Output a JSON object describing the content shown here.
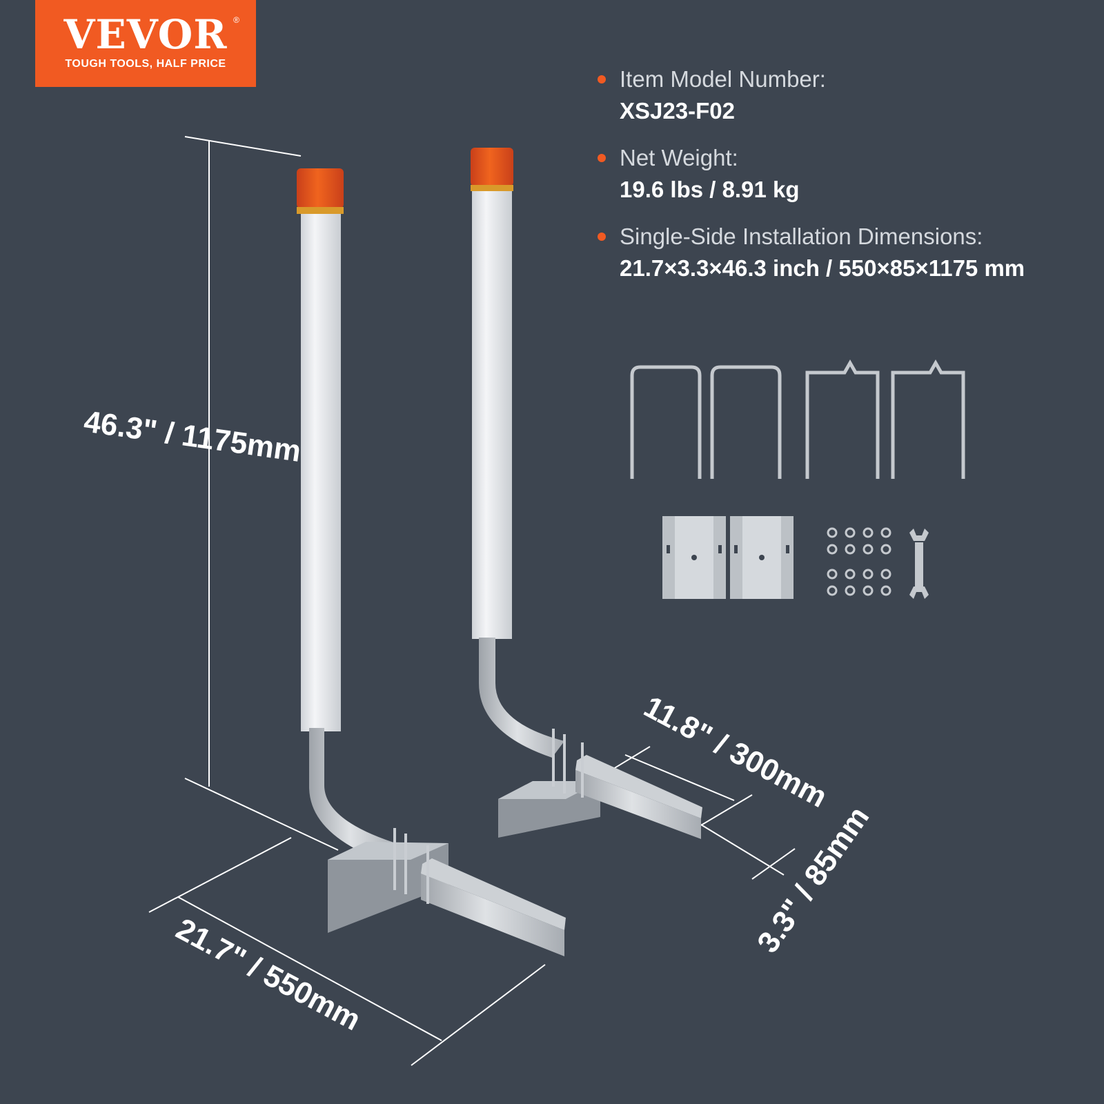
{
  "brand": {
    "name": "VEVOR",
    "registered_mark": "®",
    "tagline": "TOUGH TOOLS, HALF PRICE",
    "color": "#f15a22"
  },
  "specs": [
    {
      "label": "Item Model Number:",
      "value": "XSJ23-F02"
    },
    {
      "label": "Net Weight:",
      "value": "19.6 lbs / 8.91 kg"
    },
    {
      "label": "Single-Side Installation Dimensions:",
      "value": "21.7×3.3×46.3 inch / 550×85×1175 mm"
    }
  ],
  "dimensions": {
    "height": "46.3\" / 1175mm",
    "length": "21.7\" / 550mm",
    "base": "11.8\" / 300mm",
    "width": "3.3\" / 85mm"
  },
  "colors": {
    "background": "#3d4550",
    "accent": "#f15a22",
    "light": "#e06020"
  }
}
